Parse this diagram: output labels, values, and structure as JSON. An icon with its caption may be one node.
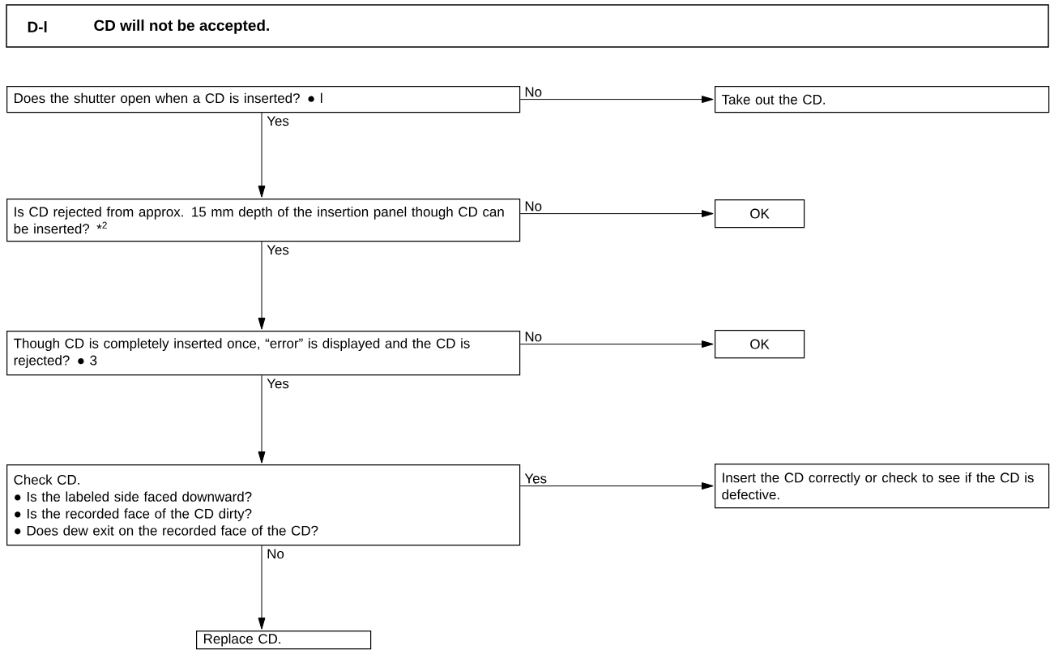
{
  "diagram": {
    "title": "CD will not be accepted.",
    "nodes": [
      {
        "text": [
          "Does the shutter open when a CD is inserted? ● l"
        ]
      },
      {
        "text": [
          "Take out the CD."
        ]
      },
      {
        "text": [
          "Is CD rejected from approx. 15 mm depth of the insertion panel though CD can be inserted? *$^{2}$"
        ]
      },
      {
        "text": [
          "OK"
        ]
      },
      {
        "text": [
          "Though CD is completely inserted once, “error” is displayed and the CD is rejected? ● 3"
        ]
      },
      {
        "text": [
          "OK"
        ]
      },
      {
        "text": [
          "Check CD.",
          "● Is the labeled side faced downward?",
          "● Is the recorded face of the CD dirty?",
          "● Does dew exit on the recorded face of the CD?"
        ]
      },
      {
        "text": [
          "Insert the CD correctly or check to see if the CD is defective."
        ]
      },
      {
        "text": [
          "Replace CD."
        ]
      }
    ],
    "edges": [
      {
        "from": 0,
        "to": 1,
        "arrow": "to",
        "label": "No"
      },
      {
        "from": 0,
        "to": 2,
        "arrow": "to",
        "label": "Yes"
      },
      {
        "from": 2,
        "to": 3,
        "arrow": "to",
        "label": "No"
      },
      {
        "from": 2,
        "to": 4,
        "arrow": "to",
        "label": "Yes"
      },
      {
        "from": 4,
        "to": 5,
        "arrow": "to",
        "label": "No"
      },
      {
        "from": 4,
        "to": 6,
        "arrow": "to",
        "label": "Yes"
      },
      {
        "from": 6,
        "to": 7,
        "arrow": "to",
        "label": "Yes"
      },
      {
        "from": 6,
        "to": 8,
        "arrow": "to",
        "label": "No"
      }
    ],
    "labels": [
      "D-l"
    ]
  }
}
